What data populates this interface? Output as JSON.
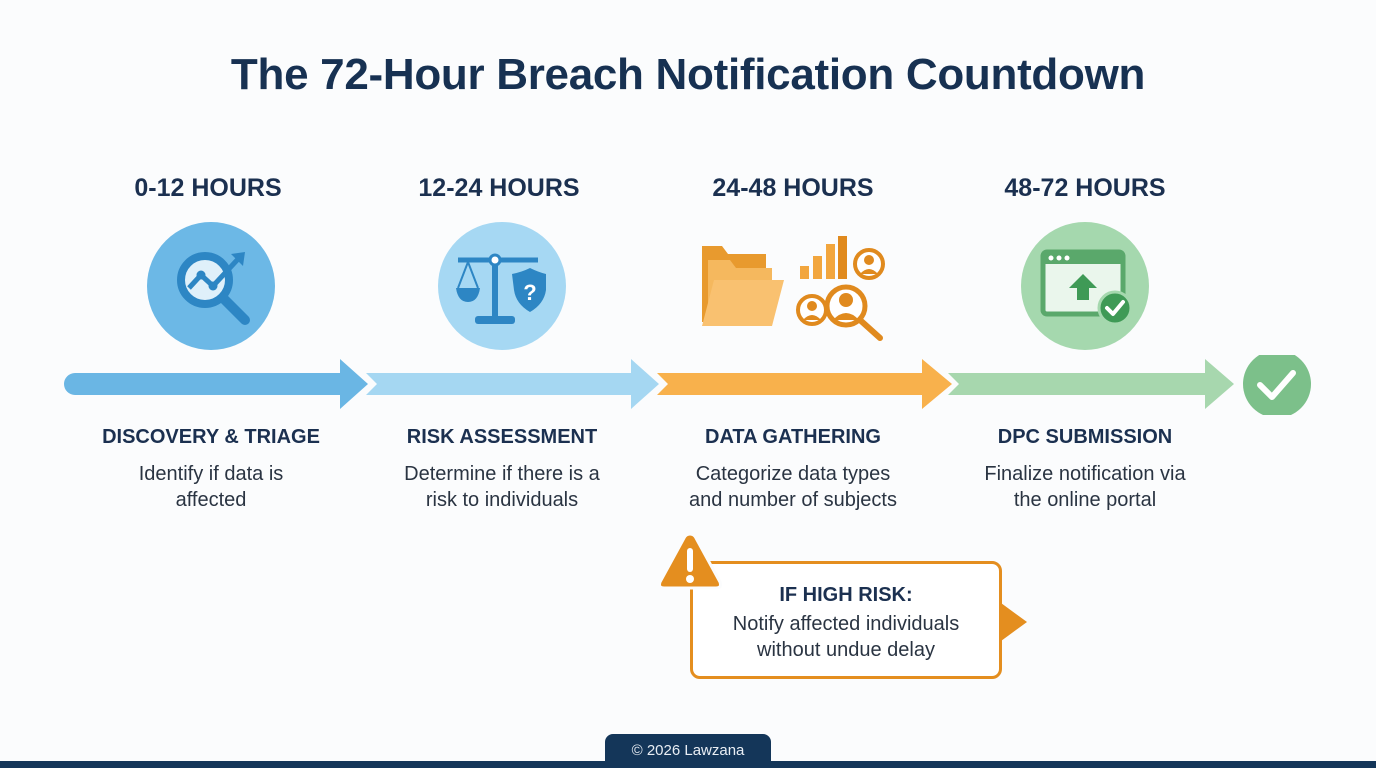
{
  "title": "The 72-Hour Breach Notification Countdown",
  "phases": [
    {
      "hours": "0-12 HOURS",
      "name": "DISCOVERY & TRIAGE",
      "description_line1": "Identify if data is",
      "description_line2": "affected",
      "icon": "magnifier-chart-icon",
      "color": "#6ab6e4"
    },
    {
      "hours": "12-24 HOURS",
      "name": "RISK ASSESSMENT",
      "description_line1": "Determine if there is a",
      "description_line2": "risk to individuals",
      "icon": "scales-shield-question-icon",
      "color": "#a3d6f2"
    },
    {
      "hours": "24-48 HOURS",
      "name": "DATA GATHERING",
      "description_line1": "Categorize data types",
      "description_line2": "and number of subjects",
      "icon": "folder-chart-people-icon",
      "color": "#f8b04d"
    },
    {
      "hours": "48-72 HOURS",
      "name": "DPC SUBMISSION",
      "description_line1": "Finalize notification via",
      "description_line2": "the online portal",
      "icon": "browser-upload-check-icon",
      "color": "#a3d5ab"
    }
  ],
  "completion_icon": "check-circle-icon",
  "alert": {
    "icon": "warning-triangle-icon",
    "title": "IF HIGH RISK:",
    "line1": "Notify affected individuals",
    "line2": "without undue delay",
    "color": "#e48e1f"
  },
  "footer": {
    "copyright": "© 2026 Lawzana"
  },
  "colors": {
    "title": "#173152",
    "phase1": "#6ab6e4",
    "phase2": "#a3d6f2",
    "phase3": "#f8b04d",
    "phase4": "#a3d5ab",
    "complete": "#7cc08a",
    "alert": "#e48e1f",
    "footer": "#143659"
  }
}
